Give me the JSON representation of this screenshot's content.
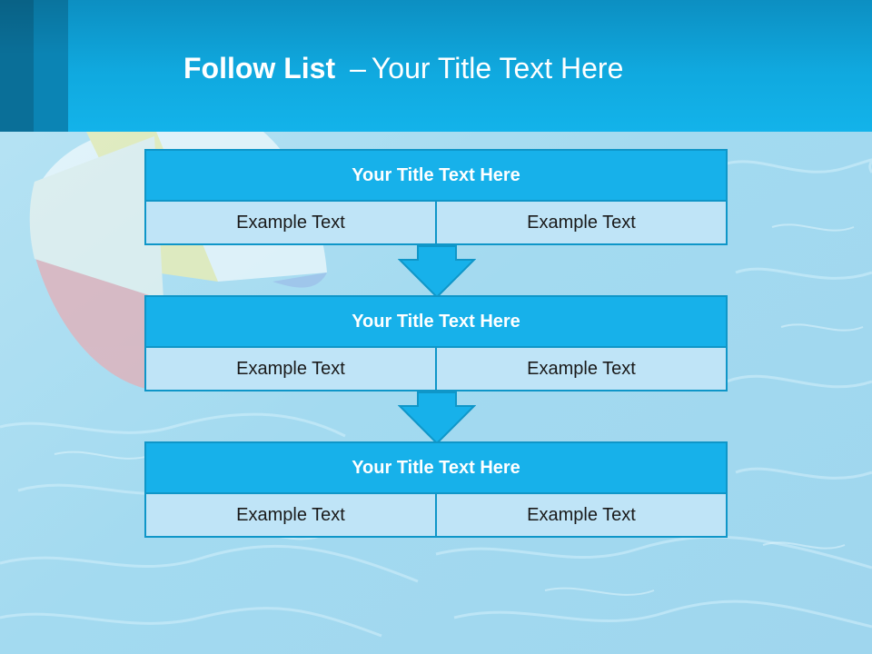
{
  "slide": {
    "title_bold": "Follow List",
    "title_separator": "–",
    "title_rest": "Your Title Text Here"
  },
  "diagram": {
    "blocks": [
      {
        "title": "Your Title Text Here",
        "cells": [
          "Example Text",
          "Example Text"
        ]
      },
      {
        "title": "Your Title Text Here",
        "cells": [
          "Example Text",
          "Example Text"
        ]
      },
      {
        "title": "Your Title Text Here",
        "cells": [
          "Example Text",
          "Example Text"
        ]
      }
    ]
  },
  "colors": {
    "header": "#10a9df",
    "block_title": "#17b1ea",
    "block_cell": "#bfe4f7",
    "border": "#0f96c8",
    "arrow": "#17b1ea"
  }
}
